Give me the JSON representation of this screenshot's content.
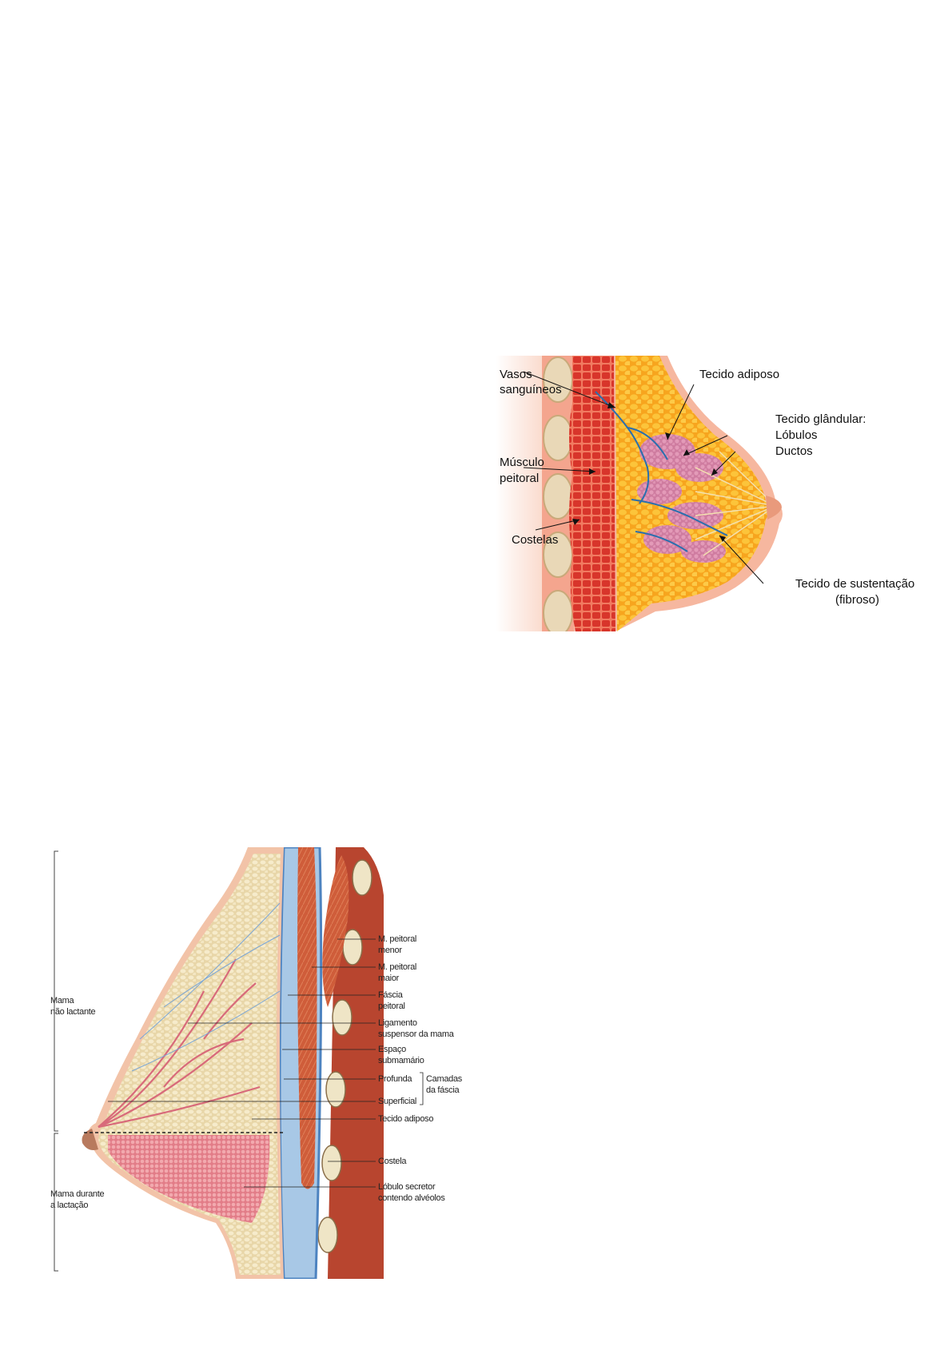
{
  "figure1": {
    "labels": {
      "vasos_1": "Vasos",
      "vasos_2": "sanguíneos",
      "musculo_1": "Músculo",
      "musculo_2": "peitoral",
      "costelas": "Costelas",
      "adiposo": "Tecido adiposo",
      "glandular": "Tecido glândular:",
      "lobulos": "Lóbulos",
      "ductos": "Ductos",
      "sustentacao_1": "Tecido de sustentação",
      "sustentacao_2": "(fibroso)"
    },
    "colors": {
      "skin": "#f6b79f",
      "fat": "#fbb92f",
      "muscle": "#d9392e",
      "lobule": "#d98aa8",
      "vessel": "#2a6fae",
      "rib": "#e9d8b7"
    }
  },
  "figure2": {
    "labels": {
      "peitoral_menor_1": "M. peitoral",
      "peitoral_menor_2": "menor",
      "peitoral_maior_1": "M. peitoral",
      "peitoral_maior_2": "maior",
      "fascia_1": "Fáscia",
      "fascia_2": "peitoral",
      "ligamento_1": "Ligamento",
      "ligamento_2": "suspensor da mama",
      "espaco_1": "Espaço",
      "espaco_2": "submamário",
      "profunda": "Profunda",
      "camadas_1": "Camadas",
      "camadas_2": "da fáscia",
      "superficial": "Superficial",
      "tecido_adiposo": "Tecido adiposo",
      "costela": "Costela",
      "lobulo_1": "Lóbulo secretor",
      "lobulo_2": "contendo alvéolos",
      "nao_lactante_1": "Mama",
      "nao_lactante_2": "não lactante",
      "lactacao_1": "Mama durante",
      "lactacao_2": "a lactação"
    },
    "colors": {
      "fat": "#efe1bc",
      "fascia": "#5b8fc9",
      "muscle": "#d0623f",
      "lobule": "#e58a92",
      "skin": "#f2c3a8"
    }
  }
}
